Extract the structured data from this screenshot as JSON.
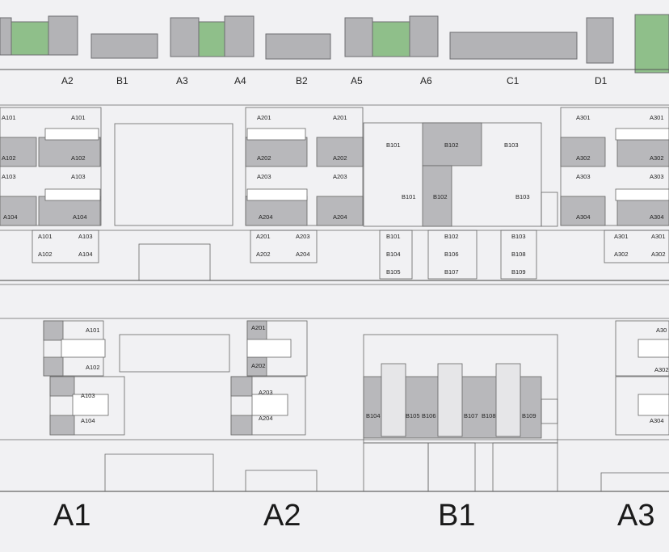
{
  "colors": {
    "paper": "#f1f1f3",
    "ink": "#222222",
    "building_gray": "#b3b3b6",
    "green_space": "#8fbf8a",
    "dark_unit": "#b8b8bb"
  },
  "elevation_strip": {
    "labels": [
      "A2",
      "B1",
      "A3",
      "A4",
      "B2",
      "A5",
      "A6",
      "C1",
      "D1"
    ]
  },
  "upper_plan": {
    "block_A1": {
      "units": [
        "A101",
        "A102",
        "A103",
        "A104"
      ]
    },
    "block_A2": {
      "units": [
        "A201",
        "A202",
        "A203",
        "A204"
      ]
    },
    "block_B1": {
      "units_top": [
        "B101",
        "B102",
        "B103"
      ],
      "units_mid": [
        "B101",
        "B102",
        "B103"
      ]
    },
    "block_A3": {
      "units": [
        "A301",
        "A302",
        "A303",
        "A304"
      ]
    },
    "parking": {
      "A1": [
        "A101",
        "A103",
        "A102",
        "A104"
      ],
      "A2": [
        "A201",
        "A203",
        "A202",
        "A204"
      ],
      "B1": [
        "B101",
        "B102",
        "B103",
        "B104",
        "B106",
        "B108",
        "B105",
        "B107",
        "B109"
      ],
      "A3": [
        "A301",
        "A301",
        "A302",
        "A302"
      ]
    }
  },
  "lower_plan": {
    "block_A1": {
      "units": [
        "A101",
        "A102",
        "A103",
        "A104"
      ]
    },
    "block_A2": {
      "units": [
        "A201",
        "A202",
        "A203",
        "A204"
      ]
    },
    "block_B1": {
      "units": [
        "B104",
        "B105",
        "B106",
        "B107",
        "B108",
        "B109"
      ]
    },
    "block_A3": {
      "units": [
        "A30",
        "A302",
        "A304"
      ]
    }
  },
  "block_titles": [
    "A1",
    "A2",
    "B1",
    "A3"
  ]
}
